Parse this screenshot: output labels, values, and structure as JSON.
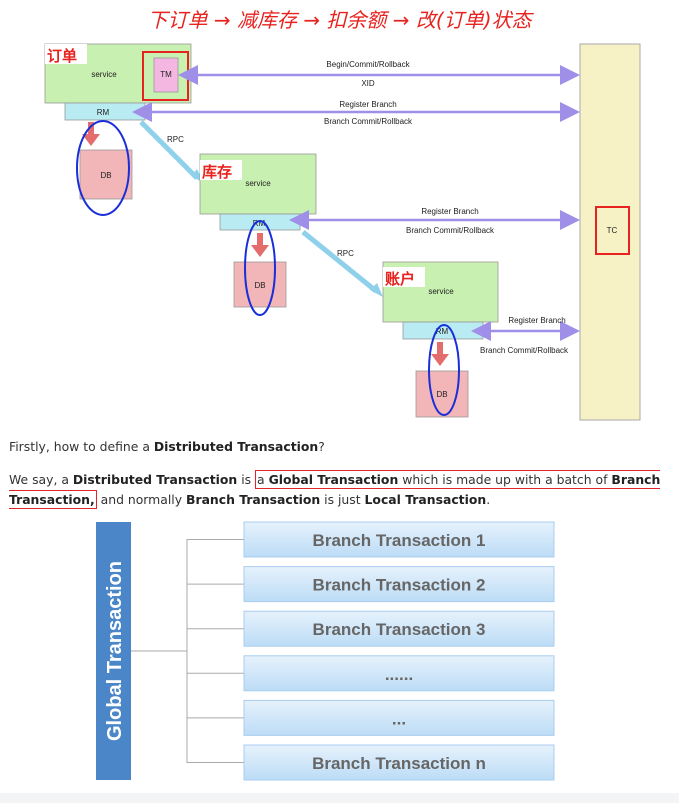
{
  "header": {
    "title": "下订单 → 减库存 → 扣余额 → 改(订单)状态"
  },
  "diagram": {
    "labels": {
      "order": "订单",
      "inventory": "库存",
      "account": "账户",
      "service": "service",
      "rm": "RM",
      "db": "DB",
      "tm": "TM",
      "tc": "TC",
      "rpc": "RPC",
      "begin": "Begin/Commit/Rollback",
      "xid": "XID",
      "register_branch": "Register Branch",
      "branch_commit": "Branch Commit/Rollback"
    },
    "colors": {
      "service": "#c8f0b0",
      "rm": "#b8ecf2",
      "db": "#f3b6b8",
      "tm": "#f3b7e2",
      "tc": "#f7f2c6",
      "arrow": "#9f8fe8",
      "rpc_arrow": "#8fd0ea",
      "red": "#e8231f",
      "ellipse": "#1a2fd8"
    }
  },
  "text": {
    "p1": {
      "a": "Firstly, how to define a ",
      "b": "Distributed Transaction",
      "c": "?"
    },
    "p2": {
      "a": "We say, a ",
      "b": "Distributed Transaction",
      "c": " is ",
      "d": "a ",
      "e": "Global Transaction",
      "f": " which is made up with a batch of ",
      "g": "Branch Transaction,",
      "h": " and normally ",
      "i": "Branch Transaction",
      "j": " is just ",
      "k": "Local Transaction",
      "l": "."
    }
  },
  "global_tx": {
    "label": "Global Transaction",
    "branches": [
      "Branch Transaction 1",
      "Branch Transaction 2",
      "Branch Transaction 3",
      "......",
      "...",
      "Branch Transaction n"
    ]
  }
}
